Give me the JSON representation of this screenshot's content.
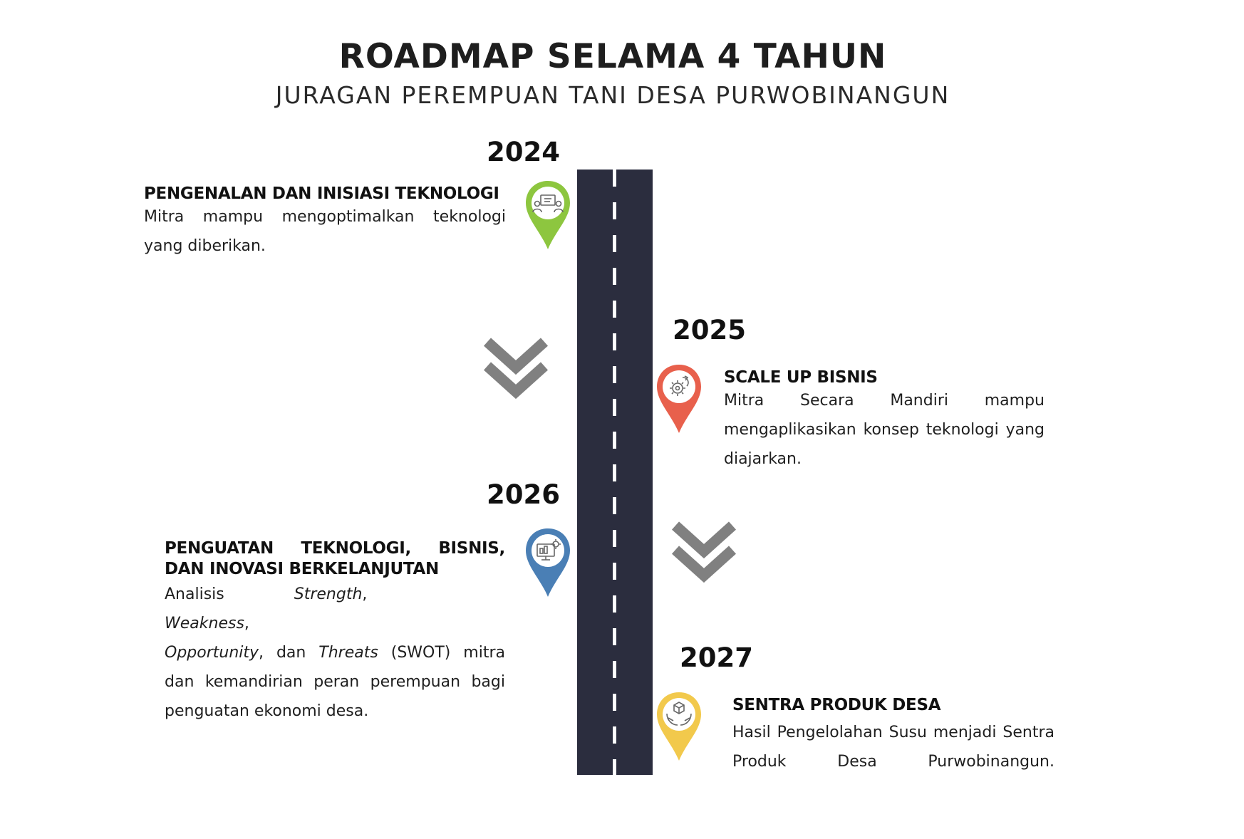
{
  "header": {
    "title": "ROADMAP SELAMA 4 TAHUN",
    "subtitle": "JURAGAN PEREMPUAN TANI DESA PURWOBINANGUN"
  },
  "colors": {
    "road": "#2b2d3e",
    "lane_marking": "#ffffff",
    "arrow": "#808080",
    "pin_2024": "#8dc63f",
    "pin_2025": "#e8604c",
    "pin_2026": "#4a7fb5",
    "pin_2027": "#f2c94c"
  },
  "milestones": [
    {
      "year": "2024",
      "title": "PENGENALAN DAN INISIASI TEKNOLOGI",
      "description": "Mitra mampu mengoptimalkan teknologi yang diberikan.",
      "icon": "collaboration-icon"
    },
    {
      "year": "2025",
      "title": "SCALE UP BISNIS",
      "description": "Mitra Secara Mandiri mampu mengaplikasikan konsep teknologi yang diajarkan.",
      "icon": "gear-growth-icon"
    },
    {
      "year": "2026",
      "title_line1": "PENGUATAN TEKNOLOGI, BISNIS,",
      "title_line2": "DAN INOVASI BERKELANJUTAN",
      "desc_w1": "Analisis",
      "desc_strength": "Strength",
      "desc_comma1": ",",
      "desc_weakness": "Weakness",
      "desc_comma2": ",",
      "desc_opportunity": "Opportunity",
      "desc_dan": ", dan ",
      "desc_threats": "Threats",
      "desc_rest": " (SWOT) mitra dan kemandirian peran perempuan bagi penguatan ekonomi desa.",
      "icon": "monitor-gear-icon"
    },
    {
      "year": "2027",
      "title": "SENTRA PRODUK DESA",
      "description": "Hasil Pengelolahan Susu menjadi Sentra Produk Desa Purwobinangun.",
      "icon": "hands-box-icon"
    }
  ]
}
